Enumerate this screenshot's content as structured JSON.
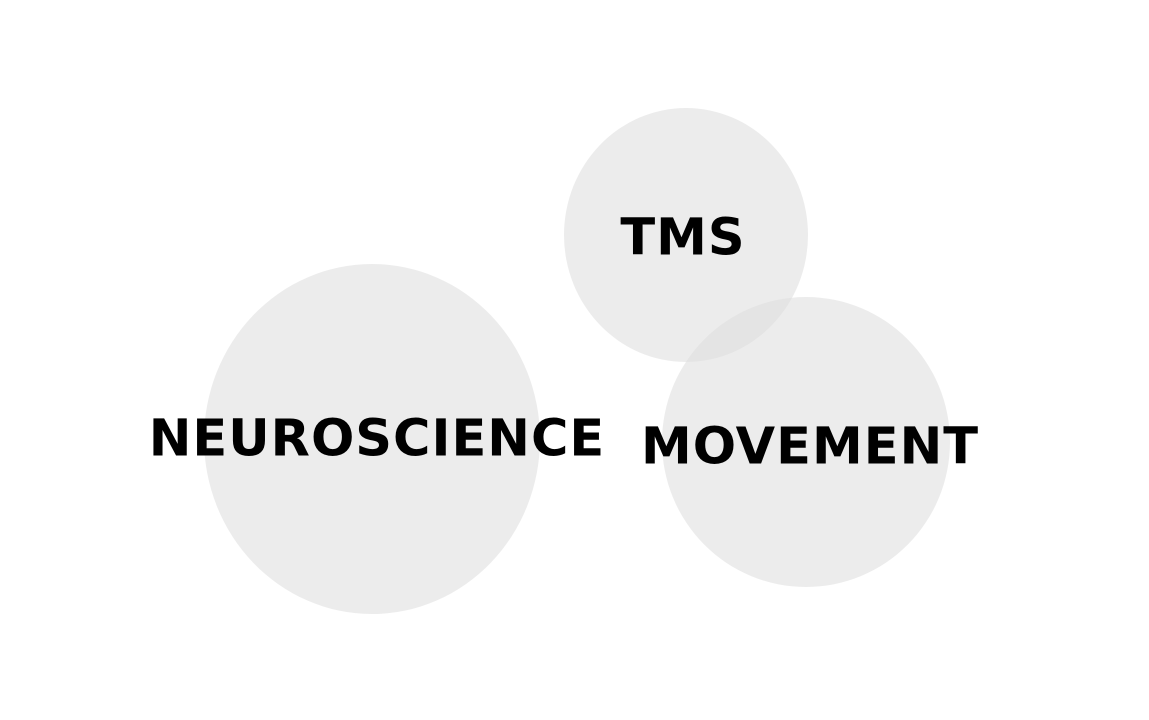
{
  "bubbles": [
    {
      "id": "neuroscience",
      "label": "NEUROSCIENCE"
    },
    {
      "id": "tms",
      "label": "TMS"
    },
    {
      "id": "movement",
      "label": "MOVEMENT"
    }
  ],
  "colors": {
    "background": "#ffffff",
    "bubble_fill": "#e0e0e0",
    "text": "#000000"
  }
}
